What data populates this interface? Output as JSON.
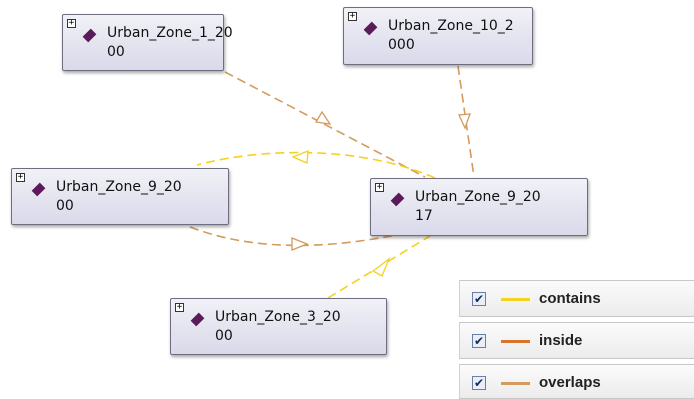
{
  "nodes": [
    {
      "id": "n1",
      "line1": "Urban_Zone_1_20",
      "line2": "00",
      "expand": "+"
    },
    {
      "id": "n10",
      "line1": "Urban_Zone_10_2",
      "line2": "000",
      "expand": "+"
    },
    {
      "id": "n9a",
      "line1": "Urban_Zone_9_20",
      "line2": "00",
      "expand": "+"
    },
    {
      "id": "n917",
      "line1": "Urban_Zone_9_20",
      "line2": "17",
      "expand": "+"
    },
    {
      "id": "n3",
      "line1": "Urban_Zone_3_20",
      "line2": "00",
      "expand": "+"
    }
  ],
  "edges": [
    {
      "from": "Urban_Zone_1_2000",
      "to": "Urban_Zone_9_2017",
      "relation": "overlaps"
    },
    {
      "from": "Urban_Zone_10_2000",
      "to": "Urban_Zone_9_2017",
      "relation": "overlaps"
    },
    {
      "from": "Urban_Zone_9_2017",
      "to": "Urban_Zone_9_2000",
      "relation": "contains"
    },
    {
      "from": "Urban_Zone_9_2000",
      "to": "Urban_Zone_9_2017",
      "relation": "overlaps"
    },
    {
      "from": "Urban_Zone_3_2000",
      "to": "Urban_Zone_9_2017",
      "relation": "contains"
    }
  ],
  "legend": [
    {
      "label": "contains",
      "color": "#f5d21f",
      "checked": "✔"
    },
    {
      "label": "inside",
      "color": "#d9742a",
      "checked": "✔"
    },
    {
      "label": "overlaps",
      "color": "#d49a5e",
      "checked": "✔"
    }
  ],
  "colors": {
    "contains": "#f5d21f",
    "inside": "#d9742a",
    "overlaps": "#d49a5e",
    "node_marker": "#5c1a5a"
  }
}
